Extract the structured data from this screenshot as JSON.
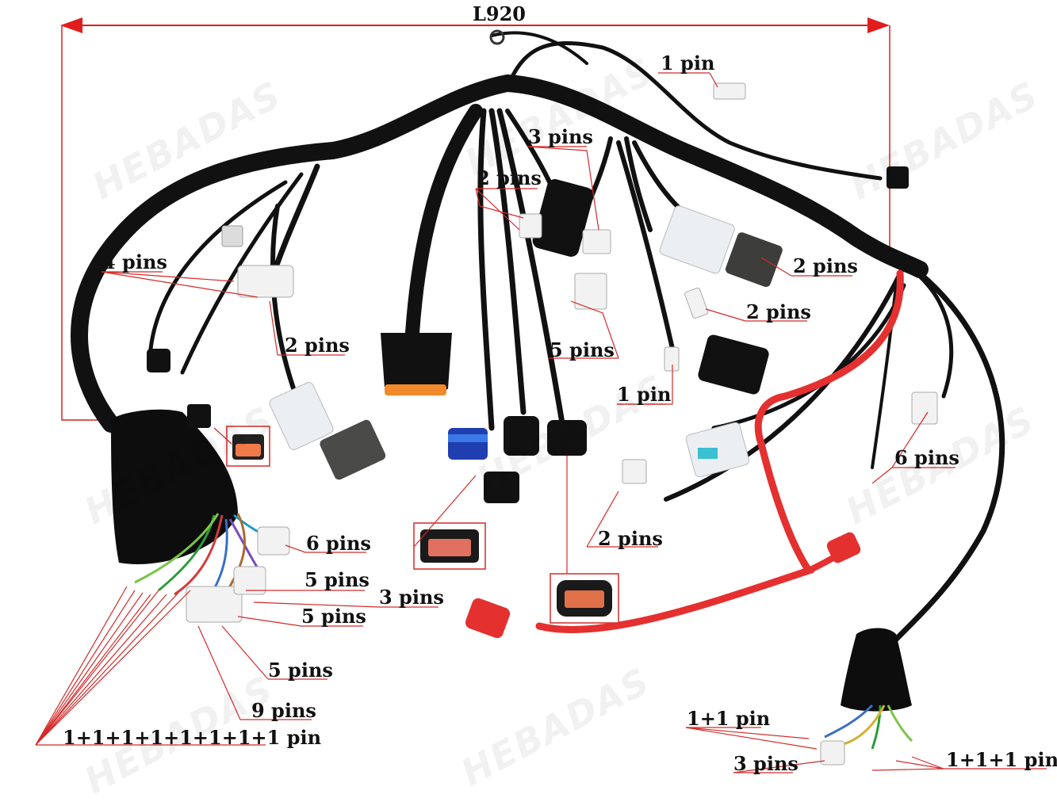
{
  "dimension_label": "L920",
  "colors": {
    "dimension_line": "#e11d1d",
    "callout_line": "#d42a2a",
    "harness": "#111111",
    "battery_cable": "#e53030"
  },
  "watermark": "HEBADAS",
  "labels": {
    "pin1_top": "1 pin",
    "pins3_top": "3 pins",
    "pins2_a": "2 pins",
    "pins4": "4 pins",
    "pins2_right_a": "2 pins",
    "pins2_right_b": "2 pins",
    "pins2_mid_left": "2 pins",
    "pins5_mid": "5 pins",
    "pin1_mid": "1 pin",
    "pins6_right": "6 pins",
    "pins2_lower": "2 pins",
    "pins6_left": "6 pins",
    "pins5_a": "5 pins",
    "pins3_left": "3 pins",
    "pins5_b": "5 pins",
    "pins5_c": "5 pins",
    "pins9": "9 pins",
    "pins_multi": "1+1+1+1+1+1+1+1 pin",
    "pin1_1": "1+1 pin",
    "pins3_bottom": "3 pins",
    "pin1_1_1": "1+1+1 pin"
  }
}
